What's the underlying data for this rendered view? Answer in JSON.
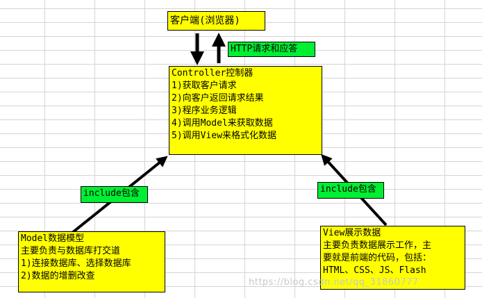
{
  "client": {
    "title": "客户端(浏览器)"
  },
  "http_label": "HTTP请求和应答",
  "controller": {
    "lines": [
      "Controller控制器",
      "1)获取客户请求",
      "2)向客户返回请求结果",
      "3)程序业务逻辑",
      "4)调用Model来获取数据",
      "5)调用View来格式化数据"
    ]
  },
  "include_left": "include包含",
  "include_right": "include包含",
  "model": {
    "lines": [
      "Model数据模型",
      "主要负责与数据库打交道",
      "1)连接数据库、选择数据库",
      "2)数据的增删改查"
    ]
  },
  "view": {
    "lines": [
      "View展示数据",
      "主要负责数据展示工作，主",
      "要就是前端的代码，包括：",
      "HTML、CSS、JS、Flash"
    ]
  },
  "watermark": "https://blog.csdn.net/qq_31860777",
  "colors": {
    "box_fill": "#ffff00",
    "label_fill": "#00ee33",
    "arrow": "#000000"
  }
}
